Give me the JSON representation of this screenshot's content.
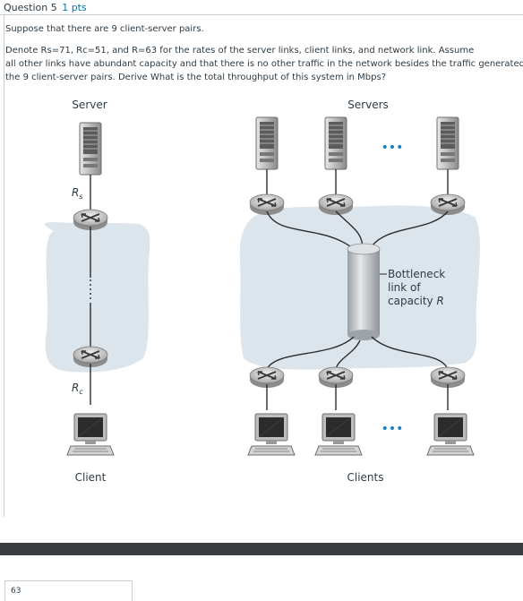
{
  "question": {
    "number_label": "Question 5",
    "points": "1 pts",
    "intro": "Suppose that there are 9 client-server pairs.",
    "body_line1": "Denote Rs=71, Rc=51, and R=63 for the rates of the server links, client links, and network link. Assume",
    "body_line2": "all other links have abundant capacity and that there is no other traffic in the network besides the traffic generated by",
    "body_line3": "the 9 client-server pairs. Derive What is the total throughput of this system in Mbps?"
  },
  "figure": {
    "server_label": "Server",
    "servers_label": "Servers",
    "rs_label": "R",
    "rs_sub": "s",
    "rc_label": "R",
    "rc_sub": "c",
    "client_label": "Client",
    "clients_label": "Clients",
    "bottleneck_line1": "Bottleneck",
    "bottleneck_line2": "link of",
    "bottleneck_line3": "capacity ",
    "bottleneck_r": "R",
    "ellipsis": "•••"
  },
  "answer": {
    "value": "63"
  }
}
